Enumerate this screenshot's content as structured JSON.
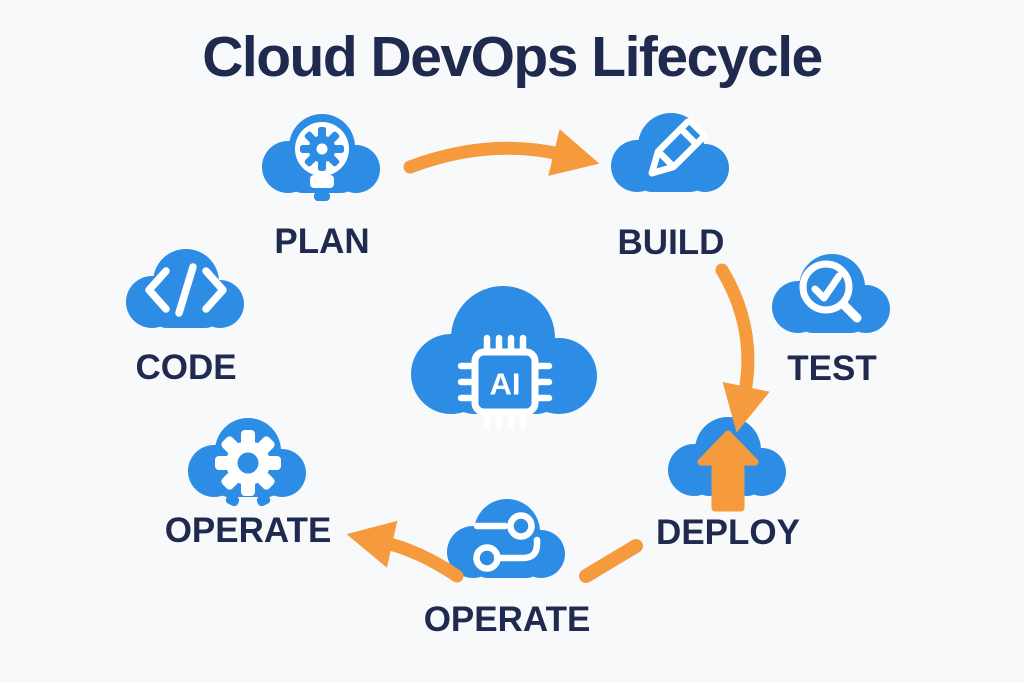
{
  "title": "Cloud DevOps Lifecycle",
  "colors": {
    "background": "#F8F9FB",
    "cloud_blue": "#2D8CE3",
    "arrow_orange": "#F59B3D",
    "label_navy": "#202A4E"
  },
  "diagram": {
    "type": "cycle",
    "center": {
      "icon": "ai-chip-cloud-icon",
      "chip_label": "AI"
    },
    "stages": [
      {
        "id": "plan",
        "label": "PLAN",
        "icon": "lightbulb-gear-cloud-icon"
      },
      {
        "id": "build",
        "label": "BUILD",
        "icon": "pencil-cloud-icon"
      },
      {
        "id": "test",
        "label": "TEST",
        "icon": "magnifier-check-cloud-icon"
      },
      {
        "id": "deploy",
        "label": "DEPLOY",
        "icon": "upload-cloud-icon"
      },
      {
        "id": "operate-bottom",
        "label": "OPERATE",
        "icon": "pipeline-cloud-icon"
      },
      {
        "id": "operate-left",
        "label": "OPERATE",
        "icon": "gear-cloud-icon"
      },
      {
        "id": "code",
        "label": "CODE",
        "icon": "code-cloud-icon"
      }
    ],
    "connectors": [
      {
        "from": "plan",
        "to": "build",
        "style": "curved-arrow"
      },
      {
        "from": "build",
        "to": "deploy",
        "style": "curved-arrow"
      },
      {
        "from": "deploy",
        "to": "operate-bottom",
        "style": "dash"
      },
      {
        "from": "operate-bottom",
        "to": "operate-left",
        "style": "curved-arrow"
      }
    ]
  }
}
